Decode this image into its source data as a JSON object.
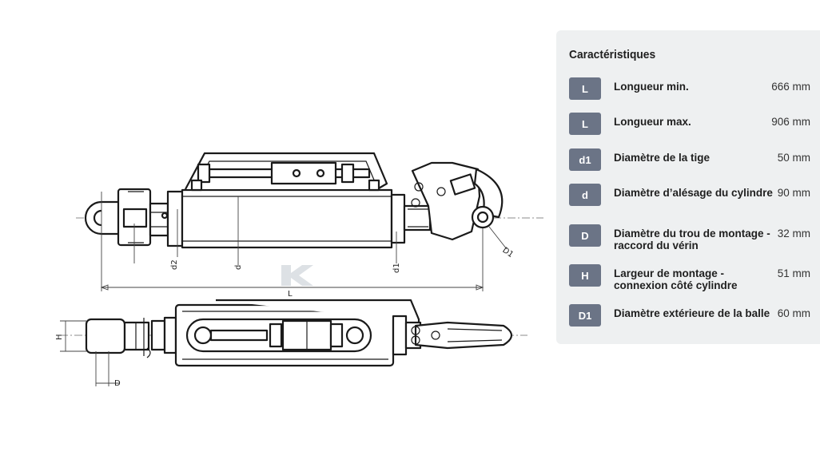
{
  "diagram": {
    "dimension_labels": {
      "d2": "d2",
      "d": "d",
      "d1": "d1",
      "D1": "D1",
      "L": "L",
      "H": "H",
      "D": "D"
    },
    "watermark_icon": "k-logo-icon"
  },
  "specs": {
    "title": "Caractéristiques",
    "rows": [
      {
        "code": "L",
        "label": "Longueur min.",
        "value": "666 mm"
      },
      {
        "code": "L",
        "label": "Longueur max.",
        "value": "906 mm"
      },
      {
        "code": "d1",
        "label": "Diamètre de la tige",
        "value": "50 mm"
      },
      {
        "code": "d",
        "label": "Diamètre d’alésage du cylindre",
        "value": "90 mm"
      },
      {
        "code": "D",
        "label": "Diamètre du trou de montage - raccord du vérin",
        "value": "32 mm"
      },
      {
        "code": "H",
        "label": "Largeur de montage - connexion côté cylindre",
        "value": "51 mm"
      },
      {
        "code": "D1",
        "label": "Diamètre extérieure de la balle",
        "value": "60 mm"
      }
    ]
  },
  "colors": {
    "panel_bg": "#eef0f1",
    "badge_bg": "#6b7486",
    "badge_text": "#ffffff",
    "line": "#1a1a1a"
  }
}
